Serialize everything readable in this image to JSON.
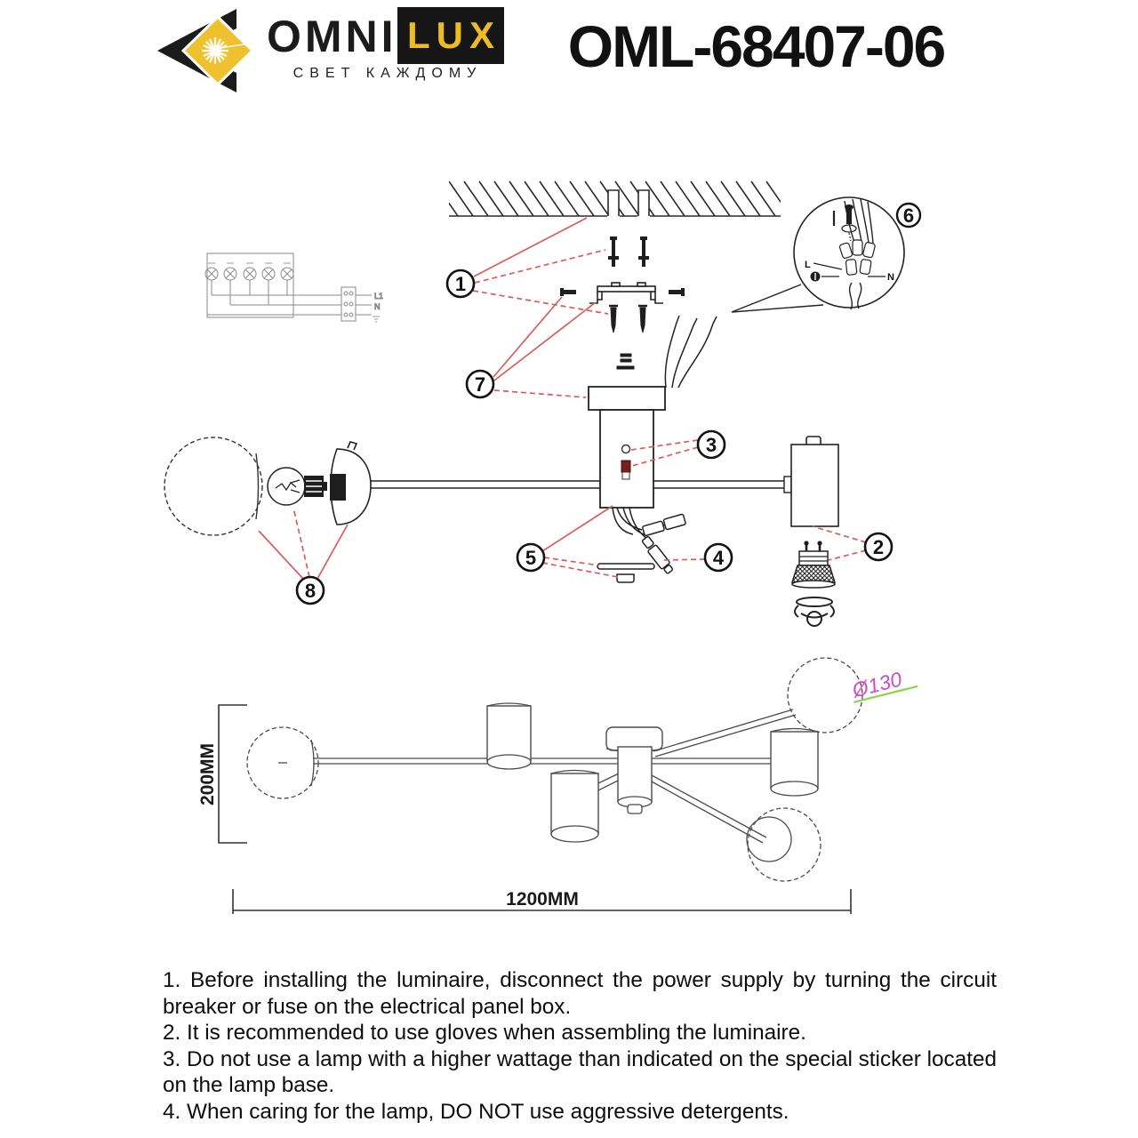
{
  "header": {
    "brand": {
      "word1": "OMNI",
      "word2": "LUX",
      "tagline": "СВЕТ КАЖДОМУ"
    },
    "model": "OML-68407-06"
  },
  "diagram": {
    "callouts": {
      "c1": "1",
      "c2": "2",
      "c3": "3",
      "c4": "4",
      "c5": "5",
      "c6": "6",
      "c7": "7",
      "c8": "8"
    },
    "detail_view": {
      "live": "L",
      "neutral": "N"
    },
    "wiring": {
      "line": "L1",
      "neutral": "N"
    }
  },
  "dimensions": {
    "height": "200MM",
    "length": "1200MM",
    "globe_diameter": "Ø130"
  },
  "colors": {
    "accent_red": "#dc5b5b",
    "brand_yellow": "#f0c12f",
    "dim_magenta": "#c84ec8",
    "dim_green": "#8fd14f",
    "ink": "#1c1c1c"
  },
  "instructions": [
    "1. Before installing the luminaire, disconnect the power supply by turning the circuit breaker or fuse on the electrical panel box.",
    "2. It is recommended to use gloves when assembling the luminaire.",
    "3. Do not use a lamp with a higher wattage than indicated on the special sticker located on the lamp base.",
    "4. When caring for the lamp, DO NOT use aggressive detergents."
  ]
}
